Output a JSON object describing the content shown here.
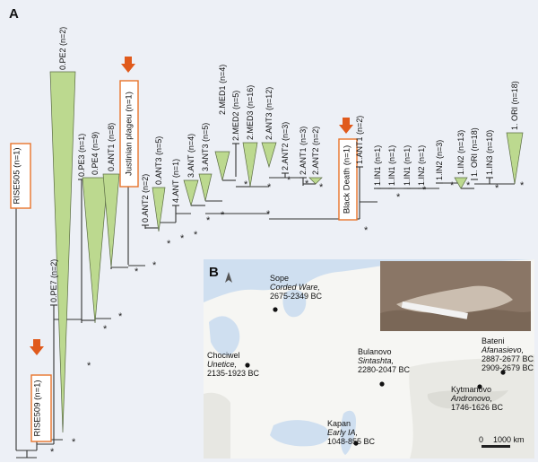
{
  "panels": {
    "a": "A",
    "b": "B"
  },
  "tree": {
    "node_marker": "*",
    "leaves": [
      {
        "label": "RISE505 (n=1)",
        "highlight": true
      },
      {
        "label": "RISE509 (n=1)",
        "highlight": true,
        "arrow": true
      },
      {
        "label": "0.PE2 (n=2)"
      },
      {
        "label": "0.PE7 (n=2)"
      },
      {
        "label": "0.PE3 (n=1)"
      },
      {
        "label": "0.PE4 (n=9)"
      },
      {
        "label": "0.ANT1 (n=8)"
      },
      {
        "label": "Justinian plageu (n=1)",
        "highlight": true,
        "arrow": true
      },
      {
        "label": "0.ANT2 (n=2)"
      },
      {
        "label": "0.ANT3 (n=5)"
      },
      {
        "label": "4.ANT (n=1)"
      },
      {
        "label": "3.ANT (n=4)"
      },
      {
        "label": "3.ANT3 (n=5)"
      },
      {
        "label": "2.MED1 (n=4)"
      },
      {
        "label": "2.MED2 (n=5)"
      },
      {
        "label": "2.MED3 (n=16)"
      },
      {
        "label": "2.ANT3 (n=12)"
      },
      {
        "label": "2.ANT2 (n=3)"
      },
      {
        "label": "2.ANT1 (n=3)"
      },
      {
        "label": "2.ANT2 (n=2)"
      },
      {
        "label": "Black Death (n=1)",
        "highlight": true,
        "arrow": true
      },
      {
        "label": "1.ANT1 (n=2)"
      },
      {
        "label": "1.IN1 (n=1)"
      },
      {
        "label": "1.IN1 (n=1)"
      },
      {
        "label": "1.IN1 (n=1)"
      },
      {
        "label": "1.IN2 (n=1)"
      },
      {
        "label": "1.IN2 (n=3)"
      },
      {
        "label": "1.IN2 (n=13)"
      },
      {
        "label": "1. ORI (n=18)"
      },
      {
        "label": "1.IN3 (n=10)"
      },
      {
        "label": "1. ORI (n=18)"
      }
    ]
  },
  "map": {
    "scale_zero": "0",
    "scale_label": "1000 km",
    "sites": [
      {
        "name": "Sope",
        "culture": "Corded Ware,",
        "date": "2675-2349 BC"
      },
      {
        "name": "Chociwel",
        "culture": "Unetice,",
        "date": "2135-1923 BC"
      },
      {
        "name": "Bulanovo",
        "culture": "Sintashta,",
        "date": "2280-2047 BC"
      },
      {
        "name": "Bateni",
        "culture": "Afanasievo,",
        "date": "2887-2677 BC,",
        "date2": "2909-2679 BC"
      },
      {
        "name": "Kytmanovo",
        "culture": "Andronovo,",
        "date": "1746-1626 BC"
      },
      {
        "name": "Kapan",
        "culture": "Early IA,",
        "date": "1048-855 BC"
      }
    ]
  },
  "colors": {
    "triangle": "#bcd98f",
    "highlight_box": "#e8742b",
    "arrow": "#e05a1c",
    "sea": "#cfdff0",
    "land": "#ffffff"
  }
}
